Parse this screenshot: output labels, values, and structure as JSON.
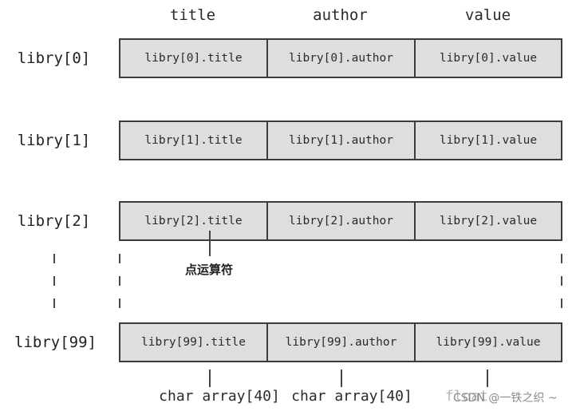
{
  "headers": [
    "title",
    "author",
    "value"
  ],
  "rows": [
    {
      "label": "libry[0]",
      "cells": [
        "libry[0].title",
        "libry[0].author",
        "libry[0].value"
      ]
    },
    {
      "label": "libry[1]",
      "cells": [
        "libry[1].title",
        "libry[1].author",
        "libry[1].value"
      ]
    },
    {
      "label": "libry[2]",
      "cells": [
        "libry[2].title",
        "libry[2].author",
        "libry[2].value"
      ]
    },
    {
      "label": "libry[99]",
      "cells": [
        "libry[99].title",
        "libry[99].author",
        "libry[99].value"
      ]
    }
  ],
  "dot_operator_label": "点运算符",
  "type_labels": [
    "char array[40]",
    "char array[40]",
    "float"
  ],
  "watermark": "CSDN @一铁之织 ~"
}
